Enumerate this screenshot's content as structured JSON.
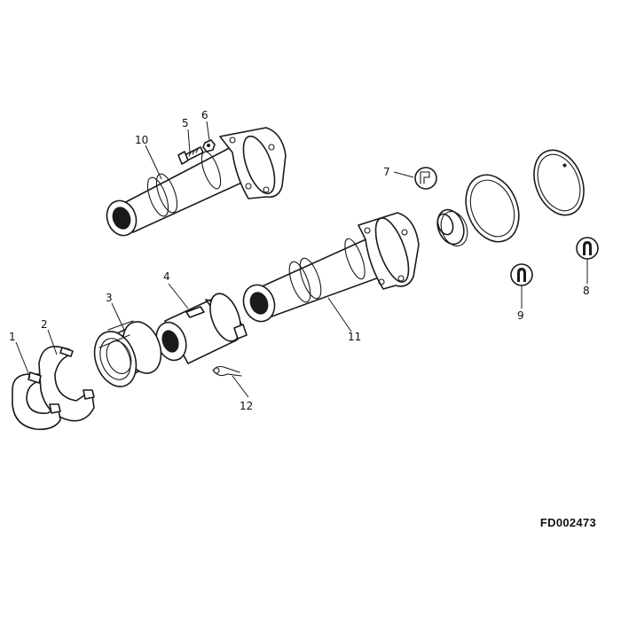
{
  "diagram": {
    "reference_code": "FD002473",
    "callouts": [
      "1",
      "2",
      "3",
      "4",
      "5",
      "6",
      "7",
      "8",
      "9",
      "10",
      "11",
      "12"
    ]
  }
}
